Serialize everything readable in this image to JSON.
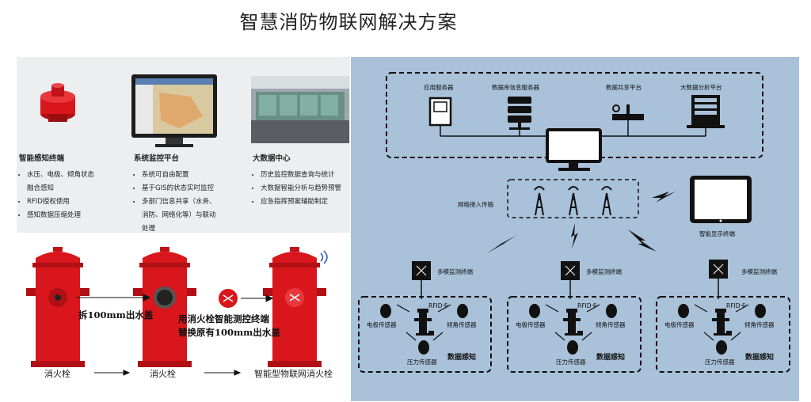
{
  "title": "智慧消防物联网解决方案",
  "features": [
    {
      "heading": "智能感知终端",
      "items": [
        "水压、电极、倾角状态",
        "融合感知",
        "RFID授权使用",
        "感知数据压缩处理"
      ]
    },
    {
      "heading": "系统监控平台",
      "items": [
        "系统可自由配置",
        "基于GIS的状态实时监控",
        "多部门信息共享（水务、",
        "消防、网络化等）与联动",
        "处理"
      ]
    },
    {
      "heading": "大数据中心",
      "items": [
        "历史监控数据查询与统计",
        "大数据智能分析与趋势预警",
        "应急指挥预案辅助制定"
      ]
    }
  ],
  "hydrant": {
    "label1": "消火栓",
    "label2": "消火栓",
    "label3": "智能型物联网消火栓",
    "step1": "拆100mm出水盖",
    "step2_line1": "用消火栓智能测控终端",
    "step2_line2": "替换原有100mm出水盖"
  },
  "network": {
    "servers": [
      "应用服务器",
      "数据库信息服务器",
      "数据共享平台",
      "大数据分析平台"
    ],
    "access": "网络接入传输",
    "display": "智能显示终端",
    "terminal": "多模监测终端",
    "rfid": "RFID卡",
    "electrode": "电极传感器",
    "tilt": "倾角传感器",
    "pressure": "压力传感器",
    "perception": "数据感知"
  },
  "colors": {
    "red": "#d9161b",
    "panel": "#a9c1d9",
    "dark": "#1a1a1a"
  }
}
